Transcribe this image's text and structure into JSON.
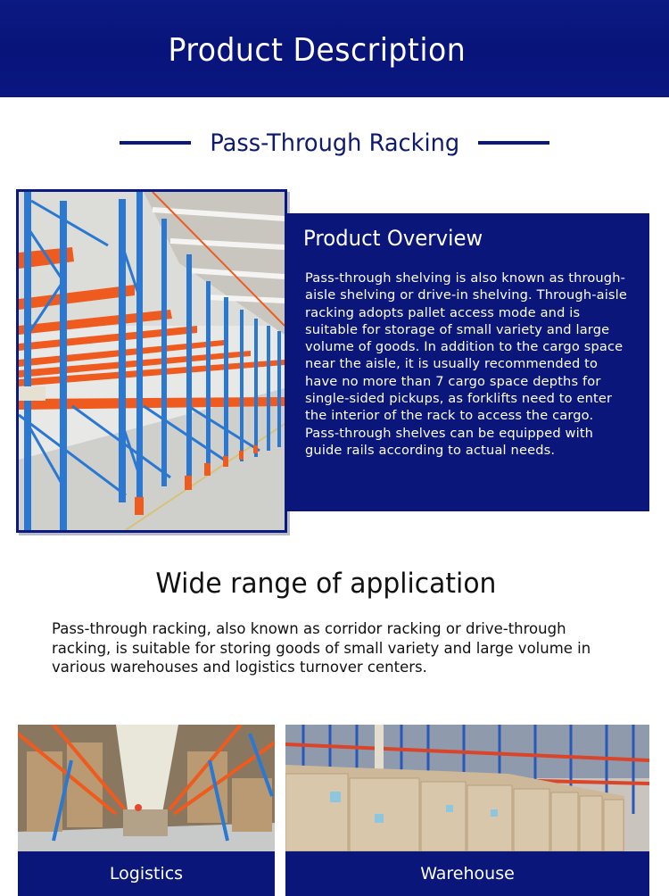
{
  "header": {
    "title": "Product Description"
  },
  "section": {
    "heading": "Pass-Through Racking"
  },
  "overview": {
    "title": "Product Overview",
    "body": "Pass-through shelving is also known as through-aisle shelving or drive-in shelving. Through-aisle racking adopts pallet access mode and is suitable for storage of small variety and large volume of goods. In addition to the cargo space near the aisle, it is usually recommended to have no more than 7 cargo space depths for single-sided pickups, as forklifts need to enter the interior of the rack to access the cargo. Pass-through shelves can be equipped with guide rails according to actual needs."
  },
  "hero_image": {
    "alt": "Blue and orange pass-through pallet racking in a warehouse"
  },
  "application": {
    "title": "Wide range of application",
    "description": "Pass-through racking, also known as corridor racking or drive-through racking, is suitable for storing goods of small variety and large volume in various warehouses and logistics turnover centers."
  },
  "cards": [
    {
      "label": "Logistics",
      "alt": "Warehouse aisle with racking and worker moving boxes"
    },
    {
      "label": "Warehouse",
      "alt": "Stacked boxed pallets in front of tall racking"
    }
  ],
  "colors": {
    "navy": "#0a167a",
    "heading_text": "#0d1a6e",
    "rack_blue": "#2a78d2",
    "rack_orange": "#ef5a1e"
  }
}
